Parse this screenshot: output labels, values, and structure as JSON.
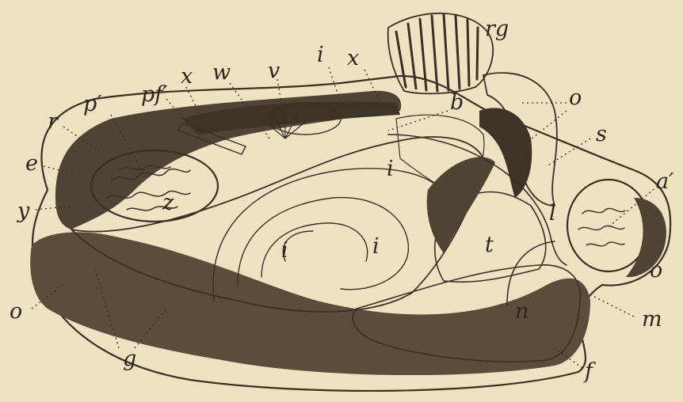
{
  "figure": {
    "labels": {
      "rg": "rg",
      "i_top": "i",
      "x_top": "x",
      "v": "v",
      "w": "w",
      "x_left": "x",
      "pf": "pf′",
      "p": "p′",
      "r": "r",
      "e": "e",
      "y": "y",
      "z": "z",
      "b": "b",
      "o_top": "o",
      "s": "s",
      "a": "a′",
      "i_mid": "i",
      "i_low1": "i",
      "i_low2": "i",
      "l": "l",
      "t": "t",
      "o_right": "o",
      "m": "m",
      "n": "n",
      "f": "f",
      "o_left": "o",
      "g": "g"
    },
    "colors": {
      "paper": "#ede2c2",
      "ink": "#3a2f22",
      "shade": "#5a4d3c"
    }
  }
}
